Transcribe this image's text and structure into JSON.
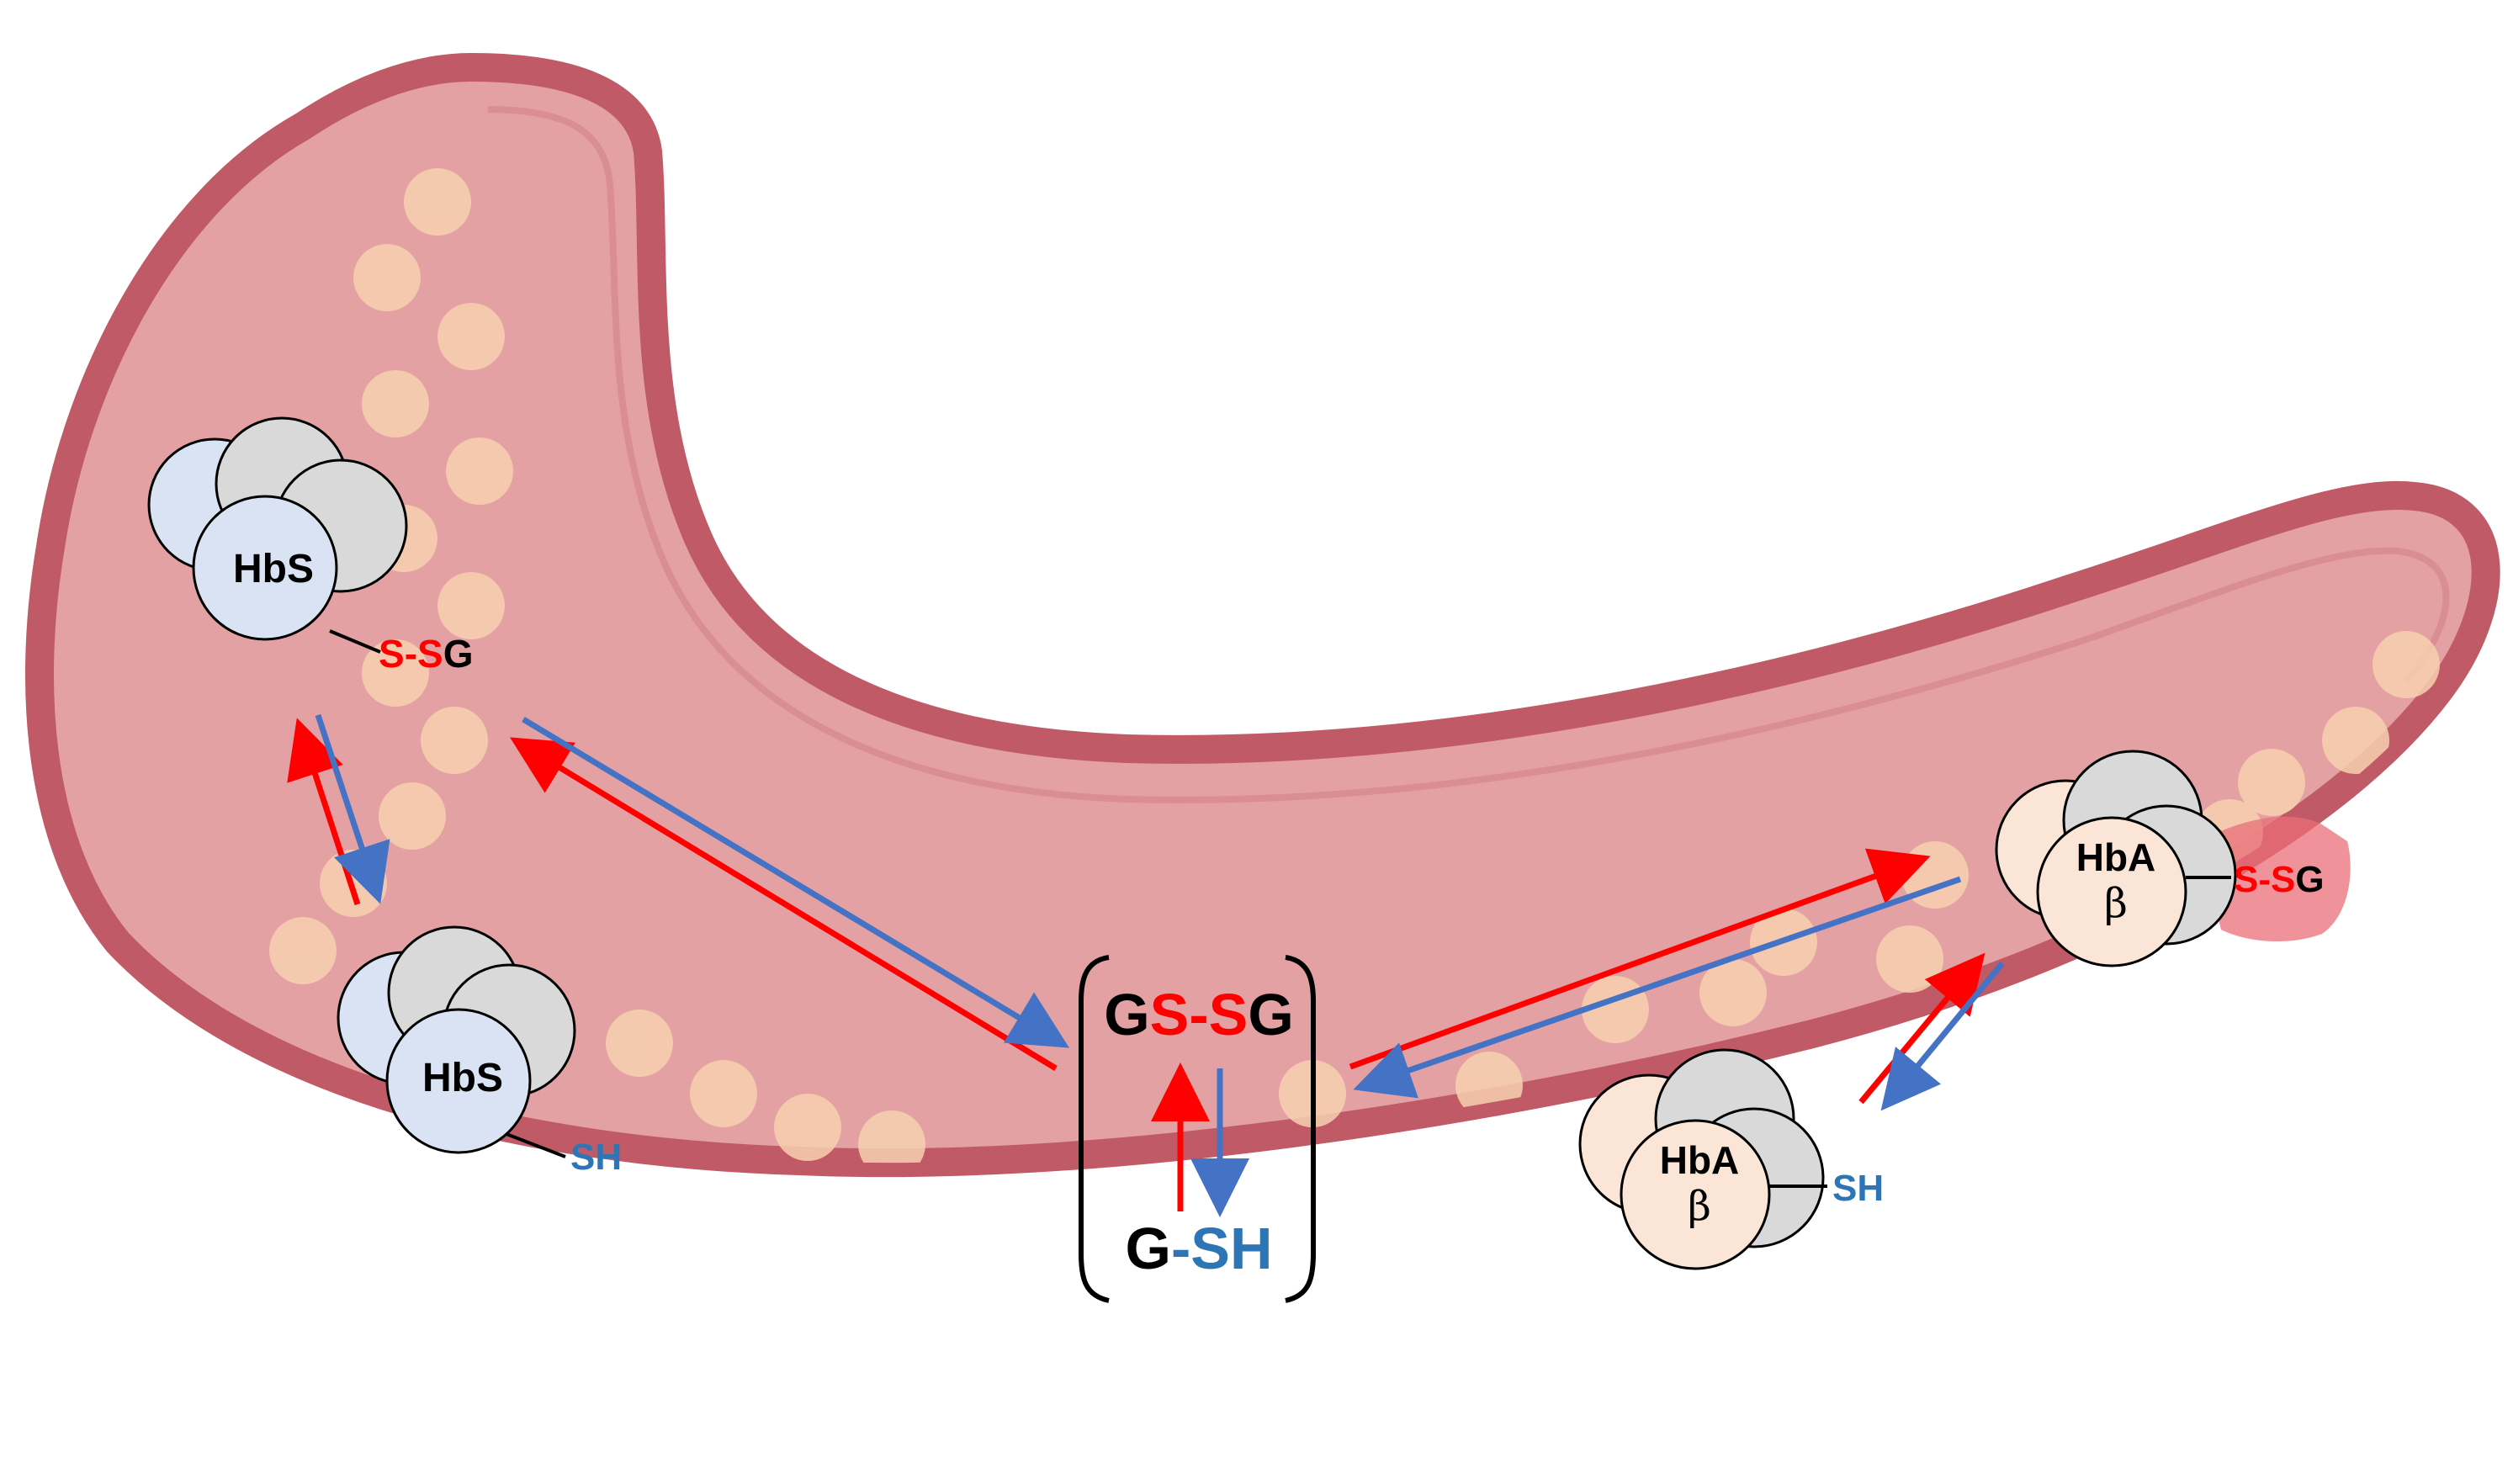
{
  "colors": {
    "membrane": "#c9646e",
    "cytoplasm": "#e3a1a3",
    "hemoglobin_granule": "#f7d1b0",
    "hbs_subunit_front": "#dae3f3",
    "hbs_subunit_back": "#d9d9d9",
    "hba_subunit_front": "#fbe5d6",
    "hba_subunit_back": "#d9d9d9",
    "oxidation_arrow": "#ff0000",
    "reduction_arrow": "#4472c4",
    "sulfur_red": "#ff0000",
    "thiol_blue": "#2e75b6",
    "text_dark": "#000000"
  },
  "hbs_glutathionylated": {
    "label": "HbS",
    "bond_s1": "S",
    "bond_dash": "-",
    "bond_s2": "S",
    "bond_g": "G"
  },
  "hbs_reduced": {
    "label": "HbS",
    "thiol": "SH"
  },
  "hba_glutathionylated": {
    "label": "HbA",
    "chain": "β",
    "bond_s1": "S",
    "bond_dash": "-",
    "bond_s2": "S",
    "bond_g": "G"
  },
  "hba_reduced": {
    "label": "HbA",
    "chain": "β",
    "thiol": "SH"
  },
  "glutathione_pool": {
    "oxidized_g1": "G",
    "oxidized_s1": "S",
    "oxidized_dash": "-",
    "oxidized_s2": "S",
    "oxidized_g2": "G",
    "reduced_g": "G",
    "reduced_dash": "-",
    "reduced_sh": "SH"
  }
}
